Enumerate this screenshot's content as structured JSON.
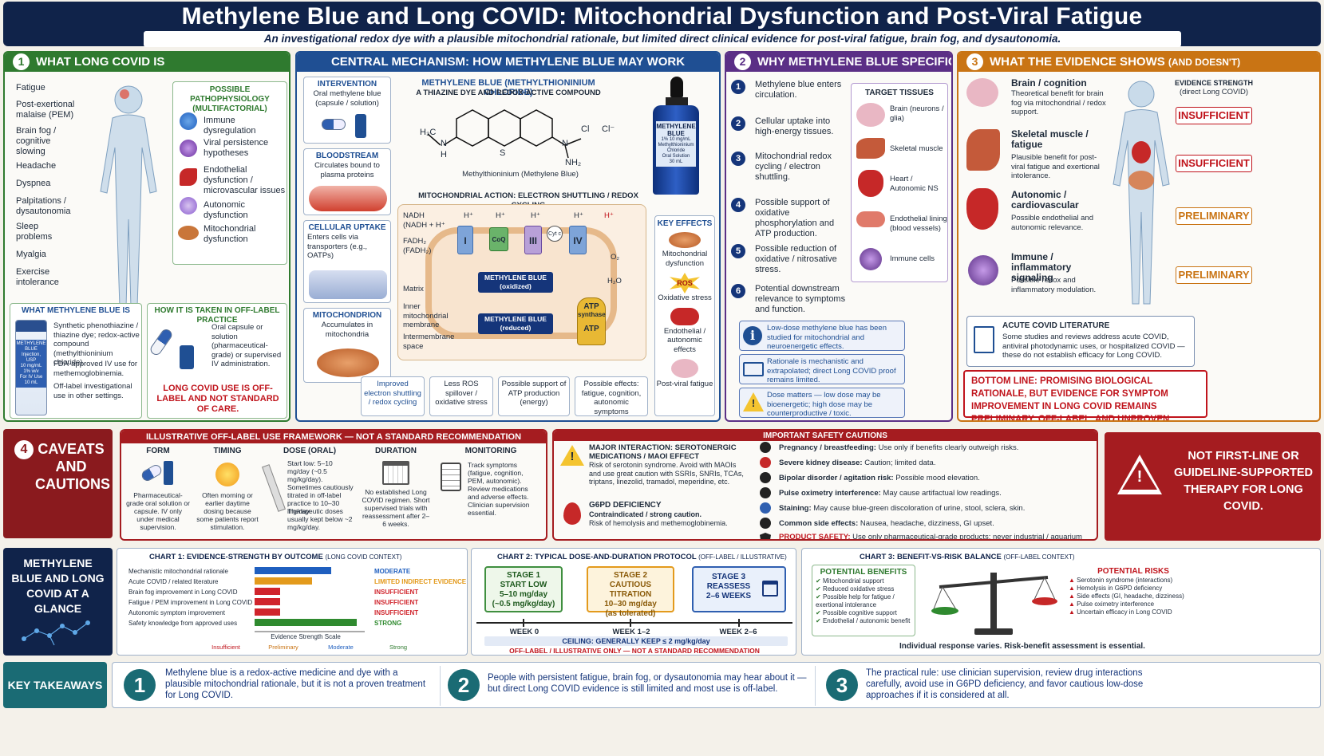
{
  "header": {
    "title": "Methylene Blue and Long COVID: Mitochondrial Dysfunction and Post-Viral Fatigue",
    "subtitle": "An investigational redox dye with a plausible mitochondrial rationale, but limited direct clinical evidence for post-viral fatigue, brain fog, and dysautonomia."
  },
  "colors": {
    "green": "#2f7a2f",
    "blue": "#1f4f93",
    "purple": "#5b2f86",
    "orange": "#c97414",
    "red": "#a51c20",
    "teal": "#1a6b74",
    "navy": "#10234a"
  },
  "s1": {
    "num": "1",
    "title": "WHAT LONG COVID IS",
    "symptoms": [
      "Fatigue",
      "Post-exertional malaise (PEM)",
      "Brain fog / cognitive slowing",
      "Headache",
      "Dyspnea",
      "Palpitations / dysautonomia",
      "Sleep problems",
      "Myalgia",
      "Exercise intolerance"
    ],
    "patho_title": "POSSIBLE PATHOPHYSIOLOGY (MULTIFACTORIAL)",
    "patho": [
      "Immune dysregulation",
      "Viral persistence hypotheses",
      "Endothelial dysfunction / microvascular issues",
      "Autonomic dysfunction",
      "Mitochondrial dysfunction"
    ],
    "what_title": "WHAT METHYLENE BLUE IS",
    "what_text": [
      "Synthetic phenothiazine / thiazine dye; redox-active compound (methylthioninium chloride).",
      "FDA-approved IV use for methemoglobinemia.",
      "Off-label investigational use in other settings."
    ],
    "vial_text": [
      "METHYLENE",
      "BLUE",
      "Injection, USP",
      "10 mg/mL",
      "1% w/v",
      "For IV Use",
      "10 mL"
    ],
    "how_title": "HOW IT IS TAKEN IN OFF-LABEL PRACTICE",
    "how_text": "Oral capsule or solution (pharmaceutical-grade) or supervised IV administration.",
    "how_warn": "LONG COVID USE IS OFF-LABEL AND NOT STANDARD OF CARE."
  },
  "mech": {
    "title": "CENTRAL MECHANISM: HOW METHYLENE BLUE MAY WORK",
    "steps": [
      {
        "h": "INTERVENTION",
        "t": "Oral methylene blue (capsule / solution)"
      },
      {
        "h": "BLOODSTREAM",
        "t": "Circulates bound to plasma proteins"
      },
      {
        "h": "CELLULAR UPTAKE",
        "t": "Enters cells via transporters (e.g., OATPs)"
      },
      {
        "h": "MITOCHONDRION",
        "t": "Accumulates in mitochondria"
      }
    ],
    "mb_title": "METHYLENE BLUE (METHYLTHIONINIUM CHLORIDE)",
    "mb_sub": "A THIAZINE DYE AND REDOX-ACTIVE COMPOUND",
    "mb_caption": "Methylthioninium (Methylene Blue)",
    "struct": {
      "h3c": "H₃C",
      "n1": "N",
      "h": "H",
      "s": "S",
      "cl": "Cl",
      "clm": "Cl⁻",
      "nh2": "NH₂",
      "n2": "N"
    },
    "bottle": [
      "METHYLENE",
      "BLUE",
      "1% 10 mg/mL",
      "Methylthioninium Chloride",
      "Oral Solution",
      "30 mL"
    ],
    "action_title": "MITOCHONDRIAL ACTION: ELECTRON SHUTTLING / REDOX CYCLING",
    "etc": {
      "nadh": "NADH",
      "nadh2": "(NADH + H⁺",
      "fadh": "FADH₂",
      "fadh2": "(FADH₂)",
      "c1": "I",
      "coq": "CoQ",
      "c3": "III",
      "cyt": "Cyt c",
      "c4": "IV",
      "o2": "O₂",
      "h2o": "H₂O",
      "hp": "H⁺",
      "ox": "METHYLENE BLUE (oxidized)",
      "red": "METHYLENE BLUE (reduced)",
      "atp1": "ATP",
      "atp2": "synthase",
      "atp3": "ATP",
      "matrix": "Matrix",
      "inner": "Inner mitochondrial membrane",
      "inter": "Intermembrane space"
    },
    "outcomes": [
      "Improved electron shuttling / redox cycling",
      "Less ROS spillover / oxidative stress",
      "Possible support of ATP production (energy)",
      "Possible effects: fatigue, cognition, autonomic symptoms"
    ],
    "key_title": "KEY EFFECTS",
    "key": [
      "Mitochondrial dysfunction",
      "ROS",
      "Oxidative stress",
      "Endothelial / autonomic effects",
      "Post-viral fatigue"
    ]
  },
  "s2": {
    "num": "2",
    "title": "WHY METHYLENE BLUE SPECIFICALLY",
    "steps": [
      "Methylene blue enters circulation.",
      "Cellular uptake into high-energy tissues.",
      "Mitochondrial redox cycling / electron shuttling.",
      "Possible support of oxidative phosphorylation and ATP production.",
      "Possible reduction of oxidative / nitrosative stress.",
      "Potential downstream relevance to symptoms and function."
    ],
    "tissue_title": "TARGET TISSUES",
    "tissues": [
      "Brain (neurons / glia)",
      "Skeletal muscle",
      "Heart / Autonomic NS",
      "Endothelial lining (blood vessels)",
      "Immune cells"
    ],
    "notes": [
      "Low-dose methylene blue has been studied for mitochondrial and neuroenergetic effects.",
      "Rationale is mechanistic and extrapolated; direct Long COVID proof remains limited.",
      "Dose matters — low dose may be bioenergetic; high dose may be counterproductive / toxic."
    ]
  },
  "s3": {
    "num": "3",
    "title": "WHAT THE EVIDENCE SHOWS",
    "title2": "(AND DOESN'T)",
    "items": [
      {
        "h": "Brain / cognition",
        "t": "Theoretical benefit for brain fog via mitochondrial / redox support."
      },
      {
        "h": "Skeletal muscle / fatigue",
        "t": "Plausible benefit for post-viral fatigue and exertional intolerance."
      },
      {
        "h": "Autonomic / cardiovascular",
        "t": "Possible endothelial and autonomic relevance."
      },
      {
        "h": "Immune / inflammatory signaling",
        "t": "Possible redox and inflammatory modulation."
      }
    ],
    "strength_title": "EVIDENCE STRENGTH",
    "strength_sub": "(direct Long COVID)",
    "badges": [
      "INSUFFICIENT",
      "INSUFFICIENT",
      "PRELIMINARY",
      "PRELIMINARY"
    ],
    "acute_title": "ACUTE COVID LITERATURE",
    "acute_text": "Some studies and reviews address acute COVID, antiviral photodynamic uses, or hospitalized COVID — these do not establish efficacy for Long COVID.",
    "bottom": "BOTTOM LINE: PROMISING BIOLOGICAL RATIONALE, BUT EVIDENCE FOR SYMPTOM IMPROVEMENT IN LONG COVID REMAINS PRELIMINARY, OFF-LABEL, AND UNPROVEN."
  },
  "s4": {
    "num": "4",
    "title": [
      "CAVEATS",
      "AND",
      "CAUTIONS"
    ],
    "fw_title": "ILLUSTRATIVE OFF-LABEL USE FRAMEWORK — NOT A STANDARD RECOMMENDATION",
    "cols": [
      {
        "h": "FORM",
        "t": "Pharmaceutical-grade oral solution or capsule. IV only under medical supervision."
      },
      {
        "h": "TIMING",
        "t": "Often morning or earlier daytime dosing because some patients report stimulation."
      },
      {
        "h": "DOSE (ORAL)",
        "t": "Start low: 5–10 mg/day (~0.5 mg/kg/day). Sometimes cautiously titrated in off-label practice to 10–30 mg/day.",
        "t2": "Therapeutic doses usually kept below ~2 mg/kg/day."
      },
      {
        "h": "DURATION",
        "t": "No established Long COVID regimen. Short supervised trials with reassessment after 2–6 weeks."
      },
      {
        "h": "MONITORING",
        "t": "Track symptoms (fatigue, cognition, PEM, autonomic). Review medications and adverse effects. Clinician supervision essential."
      }
    ],
    "safety_title": "IMPORTANT SAFETY CAUTIONS",
    "major_h": "MAJOR INTERACTION: SEROTONERGIC MEDICATIONS / MAOI EFFECT",
    "major_t": "Risk of serotonin syndrome. Avoid with MAOIs and use great caution with SSRIs, SNRIs, TCAs, triptans, linezolid, tramadol, meperidine, etc.",
    "g6pd_h": "G6PD DEFICIENCY",
    "g6pd_t1": "Contraindicated / strong caution.",
    "g6pd_t2": "Risk of hemolysis and methemoglobinemia.",
    "cautions": [
      {
        "b": "Pregnancy / breastfeeding:",
        "t": " Use only if benefits clearly outweigh risks."
      },
      {
        "b": "Severe kidney disease:",
        "t": " Caution; limited data."
      },
      {
        "b": "Bipolar disorder / agitation risk:",
        "t": " Possible mood elevation."
      },
      {
        "b": "Pulse oximetry interference:",
        "t": " May cause artifactual low readings."
      },
      {
        "b": "Staining:",
        "t": " May cause blue-green discoloration of urine, stool, sclera, skin."
      },
      {
        "b": "Common side effects:",
        "t": " Nausea, headache, dizziness, GI upset."
      },
      {
        "b": "PRODUCT SAFETY:",
        "t": " Use only pharmaceutical-grade products; never industrial / aquarium dye."
      }
    ],
    "not_first": "NOT FIRST-LINE OR GUIDELINE-SUPPORTED THERAPY FOR LONG COVID."
  },
  "glance": {
    "title": "METHYLENE BLUE AND LONG COVID AT A GLANCE"
  },
  "chart1": {
    "title": "CHART 1: EVIDENCE-STRENGTH BY OUTCOME",
    "title_sub": "(LONG COVID CONTEXT)",
    "rows": [
      {
        "label": "Mechanistic mitochondrial rationale",
        "value": 3,
        "tag": "MODERATE",
        "color": "#1f5fbf"
      },
      {
        "label": "Acute COVID / related literature",
        "value": 2.25,
        "tag": "LIMITED INDIRECT EVIDENCE",
        "color": "#e39a1c"
      },
      {
        "label": "Brain fog improvement in Long COVID",
        "value": 1,
        "tag": "INSUFFICIENT",
        "color": "#d0242c"
      },
      {
        "label": "Fatigue / PEM improvement in Long COVID",
        "value": 1,
        "tag": "INSUFFICIENT",
        "color": "#d0242c"
      },
      {
        "label": "Autonomic symptom improvement",
        "value": 1,
        "tag": "INSUFFICIENT",
        "color": "#d0242c"
      },
      {
        "label": "Safety knowledge from approved uses",
        "value": 4,
        "tag": "STRONG",
        "color": "#2f8a2f"
      }
    ],
    "scale_title": "Evidence Strength Scale",
    "ticks": [
      "Insufficient",
      "Preliminary",
      "Moderate",
      "Strong"
    ],
    "max": 4
  },
  "chart2": {
    "title": "CHART 2: TYPICAL DOSE-AND-DURATION PROTOCOL",
    "title_sub": "(OFF-LABEL / ILLUSTRATIVE)",
    "stages": [
      {
        "a": "STAGE 1",
        "b": "START LOW",
        "c": "5–10 mg/day",
        "d": "(~0.5 mg/kg/day)"
      },
      {
        "a": "STAGE 2",
        "b": "CAUTIOUS TITRATION",
        "c": "10–30 mg/day",
        "d": "(as tolerated)"
      },
      {
        "a": "STAGE 3",
        "b": "REASSESS",
        "c": "2–6 WEEKS",
        "d": ""
      }
    ],
    "weeks": [
      "WEEK 0",
      "WEEK 1–2",
      "WEEK 2–6"
    ],
    "ceiling": "CEILING: GENERALLY KEEP ≤ 2 mg/kg/day",
    "note": "OFF-LABEL / ILLUSTRATIVE ONLY — NOT A STANDARD RECOMMENDATION"
  },
  "chart3": {
    "title": "CHART 3: BENEFIT-VS-RISK BALANCE",
    "title_sub": "(OFF-LABEL CONTEXT)",
    "ben_title": "POTENTIAL BENEFITS",
    "benefits": [
      "Mitochondrial support",
      "Reduced oxidative stress",
      "Possible help for fatigue / exertional intolerance",
      "Possible cognitive support",
      "Endothelial / autonomic benefit"
    ],
    "risk_title": "POTENTIAL RISKS",
    "risks": [
      "Serotonin syndrome (interactions)",
      "Hemolysis in G6PD deficiency",
      "Side effects (GI, headache, dizziness)",
      "Pulse oximetry interference",
      "Uncertain efficacy in Long COVID"
    ],
    "foot": "Individual response varies. Risk-benefit assessment is essential."
  },
  "takeaways": {
    "title": "KEY TAKEAWAYS",
    "items": [
      {
        "n": "1",
        "t": "Methylene blue is a redox-active medicine and dye with a plausible mitochondrial rationale, but it is not a proven treatment for Long COVID."
      },
      {
        "n": "2",
        "t": "People with persistent fatigue, brain fog, or dysautonomia may hear about it — but direct Long COVID evidence is still limited and most use is off-label."
      },
      {
        "n": "3",
        "t": "The practical rule: use clinician supervision, review drug interactions carefully, avoid use in G6PD deficiency, and favor cautious low-dose approaches if it is considered at all."
      }
    ]
  }
}
